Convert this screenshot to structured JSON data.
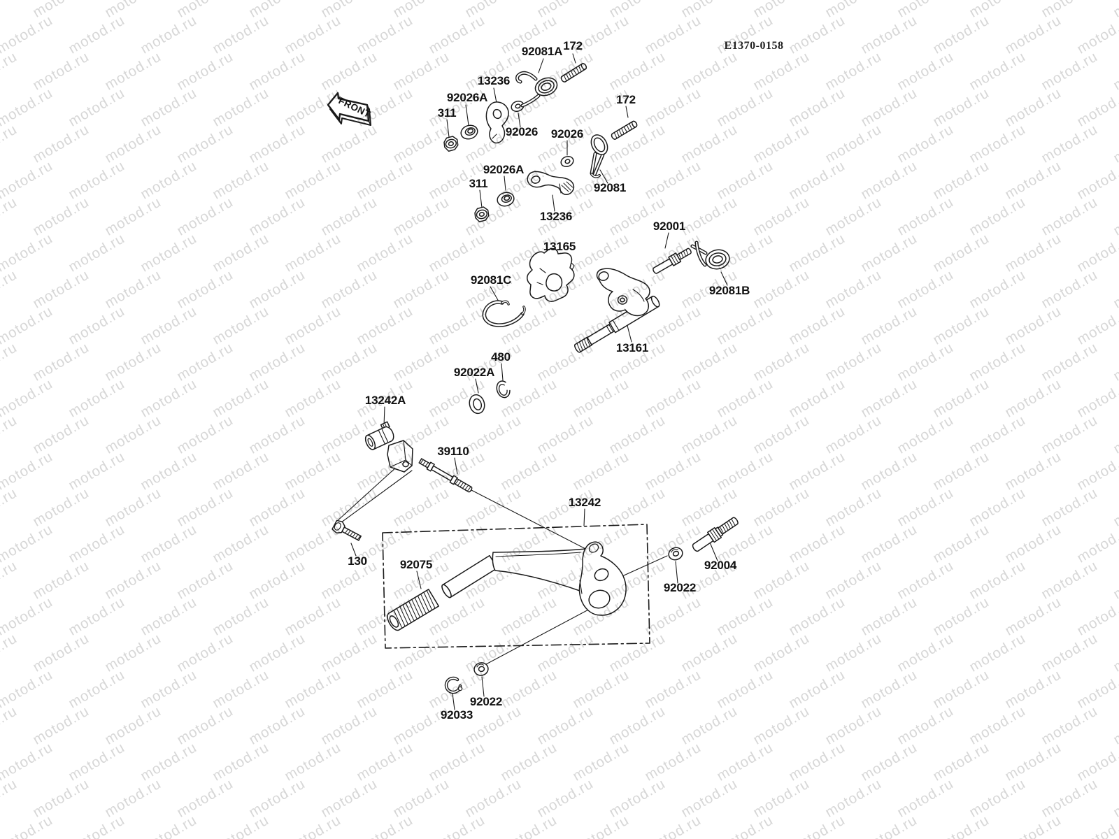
{
  "watermark": {
    "text": "motod.ru",
    "color": "#d7d7d7"
  },
  "drawing_code": "E1370-0158",
  "front_label": "FRONT",
  "ink_color": "#1a1a1a",
  "labels": {
    "spring_92081a": "92081A",
    "stud_172_top": "172",
    "lever_13236_top": "13236",
    "washer_92026a_top": "92026A",
    "nut_311_top": "311",
    "washer_92026_left": "92026",
    "washer_92026_right": "92026",
    "stud_172_right": "172",
    "spring_92081": "92081",
    "washer_92026a_bottom": "92026A",
    "nut_311_bottom": "311",
    "lever_13236_bottom": "13236",
    "bolt_92001": "92001",
    "plate_13165": "13165",
    "spring_92081c": "92081C",
    "spring_92081b": "92081B",
    "shaft_13161": "13161",
    "ring_480": "480",
    "washer_92022a": "92022A",
    "joint_13242a": "13242A",
    "rod_39110": "39110",
    "pedal_13242": "13242",
    "bolt_130": "130",
    "grip_92075": "92075",
    "bolt_92004": "92004",
    "washer_92022_right": "92022",
    "washer_92022_bottom": "92022",
    "clip_92033": "92033"
  }
}
